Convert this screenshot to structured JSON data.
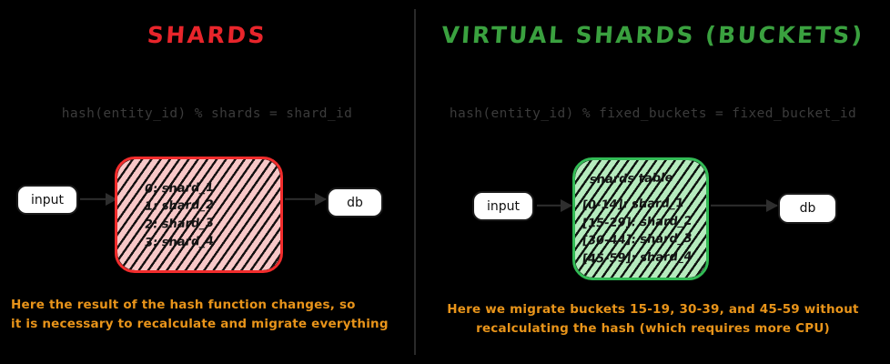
{
  "colors": {
    "background": "#000000",
    "shards_accent": "#e8252b",
    "buckets_accent": "#3aa13f",
    "caption": "#e8941a",
    "formula": "#3b3b3b",
    "red_box_border": "#f22c2c",
    "red_box_fill": "#f8c8c8",
    "green_box_border": "#32bb55",
    "green_box_fill": "#b6ebbe",
    "node_border": "#1a1a1a",
    "node_fill": "#ffffff",
    "arrow": "#2e2e2e",
    "divider": "#2a2a2a"
  },
  "left": {
    "title": "SHARDS",
    "formula": "hash(entity_id) % shards = shard_id",
    "input_label": "input",
    "db_label": "db",
    "table_heading": "",
    "table_lines": [
      "0: shard_1",
      "1: shard_2",
      "2: shard_3",
      "3: shard_4"
    ],
    "caption_lines": [
      "Here the result of the hash function changes, so",
      "it is necessary to recalculate and migrate everything"
    ]
  },
  "right": {
    "title": "VIRTUAL SHARDS (BUCKETS)",
    "formula": "hash(entity_id) % fixed_buckets = fixed_bucket_id",
    "input_label": "input",
    "db_label": "db",
    "table_heading": "shards table",
    "table_lines": [
      "[0-14]: shard_1",
      "[15-29]: shard_2",
      "[30-44]: shard_3",
      "[45-59]: shard_4"
    ],
    "caption_lines": [
      "Here we migrate buckets 15-19, 30-39, and 45-59 without",
      "recalculating the hash (which requires more CPU)"
    ]
  }
}
